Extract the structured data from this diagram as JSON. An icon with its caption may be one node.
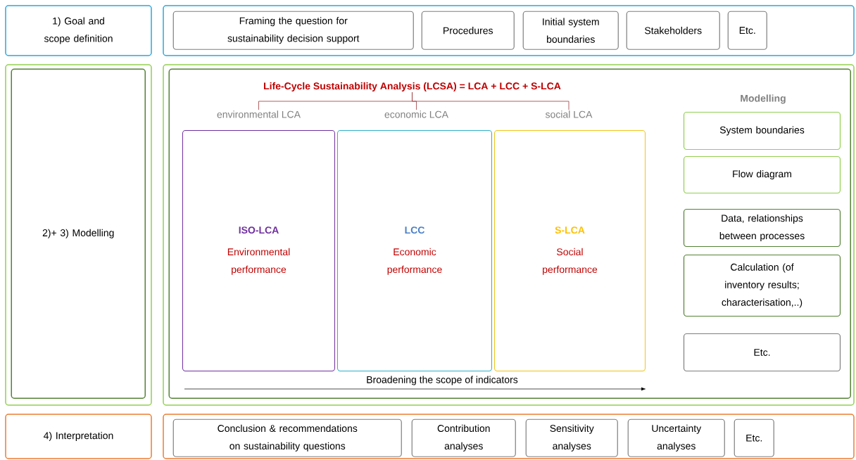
{
  "diagram": {
    "nodes": [
      {
        "text": [
          "1) Goal and scope definition"
        ]
      },
      {
        "text": [],
        "shape": "box"
      },
      {
        "text": [
          "Framing the question for sustainability decision support"
        ],
        "in": 1
      },
      {
        "text": [
          "Procedures"
        ],
        "in": 1
      },
      {
        "text": [
          "Initial system boundaries"
        ],
        "in": 1
      },
      {
        "text": [
          "Stakeholders"
        ],
        "in": 1
      },
      {
        "text": [
          "Etc."
        ],
        "in": 1
      },
      {
        "text": [],
        "shape": "box"
      },
      {
        "text": [
          "2)+ 3) Modelling"
        ],
        "in": 7
      },
      {
        "text": [],
        "shape": "box"
      },
      {
        "text": [],
        "shape": "box",
        "in": 9
      },
      {
        "text": [
          "Life-Cycle Sustainability Analysis (LCSA) = LCA + LCC + S-LCA"
        ],
        "in": 10
      },
      {
        "text": [
          "environmental LCA"
        ],
        "in": 10
      },
      {
        "text": [
          "economic LCA"
        ],
        "in": 10
      },
      {
        "text": [
          "social LCA"
        ],
        "in": 10
      },
      {
        "text": [
          "ISO-LCA",
          "Environmental performance"
        ],
        "in": 10
      },
      {
        "text": [
          "LCC",
          "Economic performance"
        ],
        "in": 10
      },
      {
        "text": [
          "S-LCA",
          "Social performance"
        ],
        "in": 10
      },
      {
        "text": [
          "System boundaries"
        ],
        "in": 10
      },
      {
        "text": [
          "Flow diagram"
        ],
        "in": 10
      },
      {
        "text": [
          "Data, relationships between processes"
        ],
        "in": 10
      },
      {
        "text": [
          "Calculation (of inventory results; characterisation,..)"
        ],
        "in": 10
      },
      {
        "text": [
          "Etc."
        ],
        "in": 10
      },
      {
        "text": [
          "4) Interpretation"
        ]
      },
      {
        "text": [],
        "shape": "box"
      },
      {
        "text": [
          "Conclusion & recommendations on sustainability questions"
        ],
        "in": 24
      },
      {
        "text": [
          "Contribution analyses"
        ],
        "in": 24
      },
      {
        "text": [
          "Sensitivity analyses"
        ],
        "in": 24
      },
      {
        "text": [
          "Uncertainty analyses"
        ],
        "in": 24
      },
      {
        "text": [
          "Etc."
        ],
        "in": 24
      }
    ],
    "edges": [
      {
        "from": 11,
        "to": 12,
        "arrow": "none"
      },
      {
        "from": 11,
        "to": 13,
        "arrow": "none"
      },
      {
        "from": 11,
        "to": 14,
        "arrow": "none"
      }
    ],
    "labels": [
      "Modelling",
      "Broadening the scope of indicators"
    ]
  }
}
